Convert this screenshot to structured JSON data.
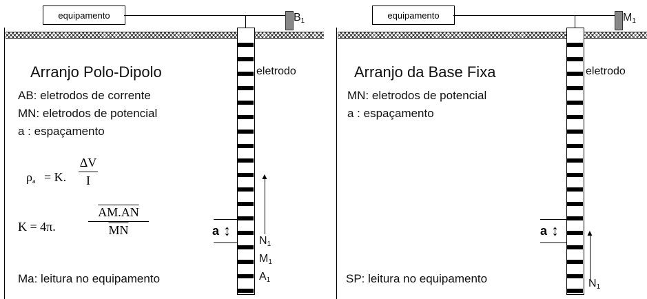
{
  "left": {
    "equip_label": "equipamento",
    "b_label": "B",
    "b_sub": "1",
    "title": "Arranjo Polo-Dipolo",
    "line1": "AB: eletrodos de corrente",
    "line2": "MN: eletrodos de potencial",
    "line3": "a :  espaçamento",
    "electrode_label": "eletrodo",
    "rho": "ρ",
    "rho_sub": "a",
    "eq_k": "= K.",
    "delta_v": "ΔV",
    "i_cur": "I",
    "k_lhs": "K = 4π.",
    "am_an": "AM.AN",
    "mn": "MN",
    "a_label": "a",
    "n_label": "N",
    "n_sub": "1",
    "m_label": "M",
    "m_sub": "1",
    "aa_label": "A",
    "aa_sub": "1",
    "footer": "Ma: leitura no equipamento"
  },
  "right": {
    "equip_label": "equipamento",
    "m_label": "M",
    "m_sub": "1",
    "title": "Arranjo da Base Fixa",
    "line1": "MN: eletrodos de potencial",
    "line2": "a :  espaçamento",
    "electrode_label": "eletrodo",
    "a_label": "a",
    "n_label": "N",
    "n_sub": "1",
    "footer": "SP: leitura no equipamento"
  }
}
